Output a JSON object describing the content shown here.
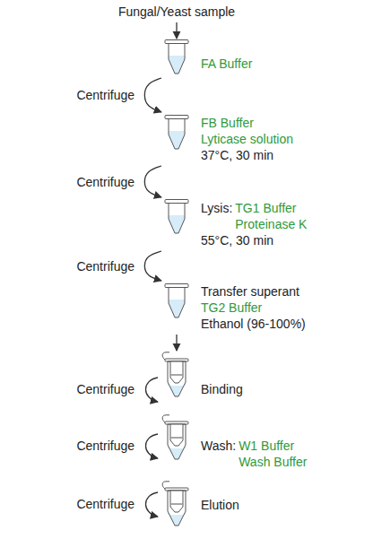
{
  "diagram": {
    "nodes": [
      {
        "text": [
          "Fungal/Yeast sample"
        ]
      },
      {
        "text": [
          "FA Buffer"
        ]
      },
      {
        "text": [
          "FB Buffer",
          "Lyticase solution",
          "37°C, 30 min"
        ]
      },
      {
        "text": [
          "Lysis:",
          "TG1 Buffer Proteinase K",
          "55°C, 30 min"
        ]
      },
      {
        "text": [
          "Transfer superant",
          "TG2 Buffer",
          "Ethanol (96-100%)"
        ]
      },
      {
        "text": [
          "Binding"
        ]
      },
      {
        "text": [
          "Wash:",
          "W1 Buffer Wash Buffer"
        ]
      },
      {
        "text": [
          "Elution"
        ]
      }
    ],
    "edges": [
      {
        "from": 0,
        "to": 1,
        "arrow": "to"
      },
      {
        "from": 1,
        "to": 2,
        "label": "Centrifuge",
        "arrow": "to"
      },
      {
        "from": 2,
        "to": 3,
        "label": "Centrifuge",
        "arrow": "to"
      },
      {
        "from": 3,
        "to": 4,
        "label": "Centrifuge",
        "arrow": "to"
      },
      {
        "from": 4,
        "to": 5,
        "arrow": "to"
      }
    ],
    "labels": [
      "Centrifuge",
      "Centrifuge",
      "Centrifuge"
    ]
  }
}
